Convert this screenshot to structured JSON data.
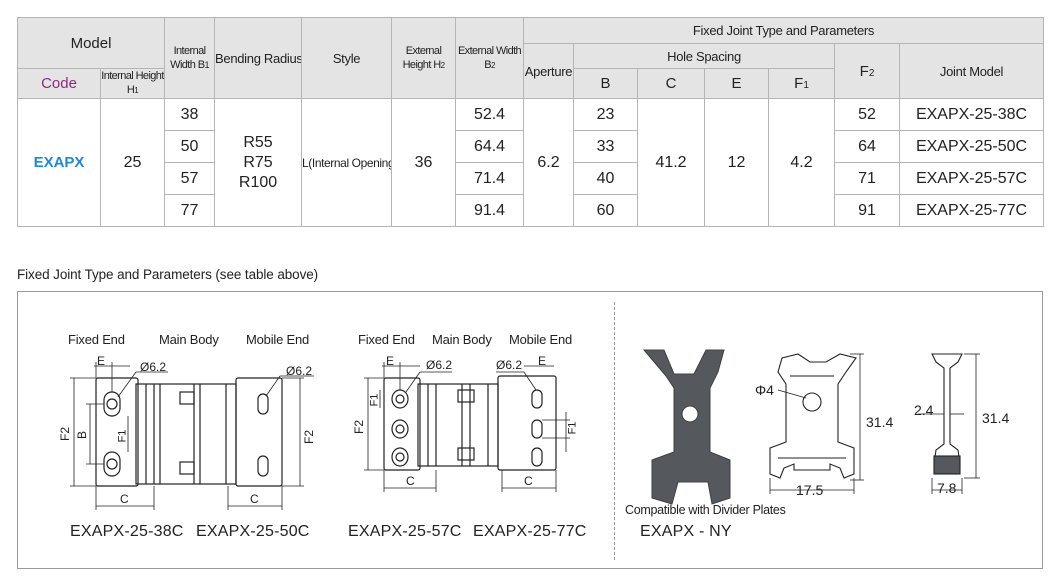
{
  "table": {
    "header": {
      "model": "Model",
      "code": "Code",
      "internal_height": "Internal Height H1",
      "internal_width": "Internal Width B1",
      "bending_radius": "Bending Radius R",
      "style": "Style",
      "external_height": "External Height H2",
      "external_width": "External Width B2",
      "fixed_joint": "Fixed Joint Type and Parameters",
      "aperture": "Aperture",
      "hole_spacing": "Hole Spacing",
      "b": "B",
      "c": "C",
      "e": "E",
      "f1": "F1",
      "f2": "F2",
      "joint_model": "Joint Model"
    },
    "code": "EXAPX",
    "internal_height": "25",
    "bending_radius": [
      "R55",
      "R75",
      "R100"
    ],
    "style": "L(Internal Opening)",
    "external_height": "36",
    "aperture": "6.2",
    "c": "41.2",
    "e": "12",
    "f1": "4.2",
    "rows": [
      {
        "internal_width": "38",
        "external_width": "52.4",
        "b": "23",
        "f2": "52",
        "joint_model": "EXAPX-25-38C"
      },
      {
        "internal_width": "50",
        "external_width": "64.4",
        "b": "33",
        "f2": "64",
        "joint_model": "EXAPX-25-50C"
      },
      {
        "internal_width": "57",
        "external_width": "71.4",
        "b": "40",
        "f2": "71",
        "joint_model": "EXAPX-25-57C"
      },
      {
        "internal_width": "77",
        "external_width": "91.4",
        "b": "60",
        "f2": "91",
        "joint_model": "EXAPX-25-77C"
      }
    ]
  },
  "section_title": "Fixed Joint Type and Parameters (see table above)",
  "diagram": {
    "left": {
      "fixed_end": "Fixed End",
      "main_body": "Main Body",
      "mobile_end": "Mobile End",
      "model_a": "EXAPX-25-38C",
      "model_b": "EXAPX-25-50C"
    },
    "middle": {
      "fixed_end": "Fixed End",
      "main_body": "Main Body",
      "mobile_end": "Mobile End",
      "model_a": "EXAPX-25-57C",
      "model_b": "EXAPX-25-77C"
    },
    "right": {
      "compatible": "Compatible with Divider Plates",
      "model": "EXAPX - NY",
      "hole": "Φ4",
      "height_1": "31.4",
      "width_1": "17.5",
      "thickness": "2.4",
      "height_2": "31.4",
      "width_2": "7.8"
    },
    "dim_labels": {
      "e": "E",
      "c": "C",
      "b": "B",
      "f1": "F1",
      "f2": "F2",
      "hole": "Ø6.2"
    },
    "colors": {
      "part": "#55585c",
      "line": "#222222",
      "header_bg": "#e4e4e4",
      "code_label": "#8e2a7c",
      "code_text": "#1f8ad0"
    }
  }
}
